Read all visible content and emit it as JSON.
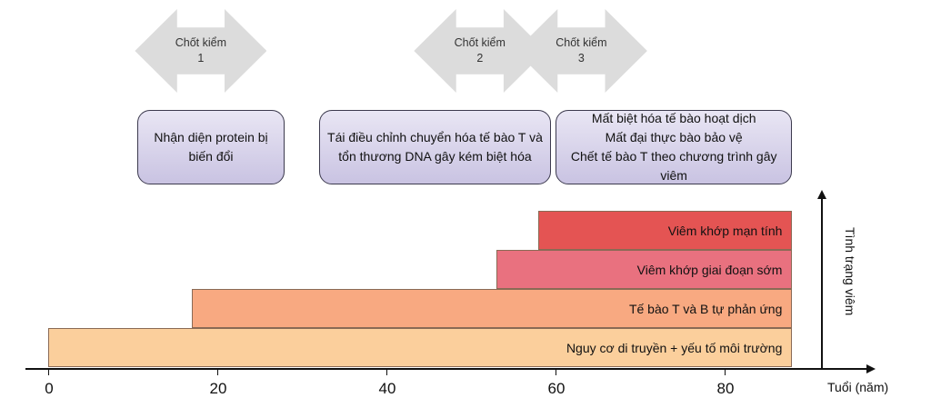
{
  "checkpoints": [
    {
      "label": "Chốt kiểm 1",
      "age": 18
    },
    {
      "label": "Chốt kiểm 2",
      "age": 51
    },
    {
      "label": "Chốt kiểm 3",
      "age": 63
    }
  ],
  "stages": [
    {
      "text": "Nhận diện protein bị\nbiến đổi",
      "start": 10.5,
      "end": 28
    },
    {
      "text": "Tái điều chỉnh chuyển hóa tế bào T và\ntổn thương DNA gây kém biệt hóa",
      "start": 32,
      "end": 59.5
    },
    {
      "text": "Mất biệt hóa tế bào hoạt dịch\nMất đại thực bào bảo vệ\nChết tế bào T theo chương trình gây viêm",
      "start": 60,
      "end": 88
    }
  ],
  "bars": [
    {
      "label": "Nguy cơ di truyền + yếu tố môi trường",
      "start": 0,
      "end": 88,
      "color": "#fbcf9c"
    },
    {
      "label": "Tế bào T và B tự phản ứng",
      "start": 17,
      "end": 88,
      "color": "#f8a981"
    },
    {
      "label": "Viêm khớp giai đoạn sớm",
      "start": 53,
      "end": 88,
      "color": "#e9717f"
    },
    {
      "label": "Viêm khớp mạn tính",
      "start": 58,
      "end": 88,
      "color": "#e45453"
    }
  ],
  "axis": {
    "xlabel": "Tuổi (năm)",
    "ylabel": "Tình trạng viêm",
    "ticks": [
      0,
      20,
      40,
      60,
      80
    ]
  }
}
